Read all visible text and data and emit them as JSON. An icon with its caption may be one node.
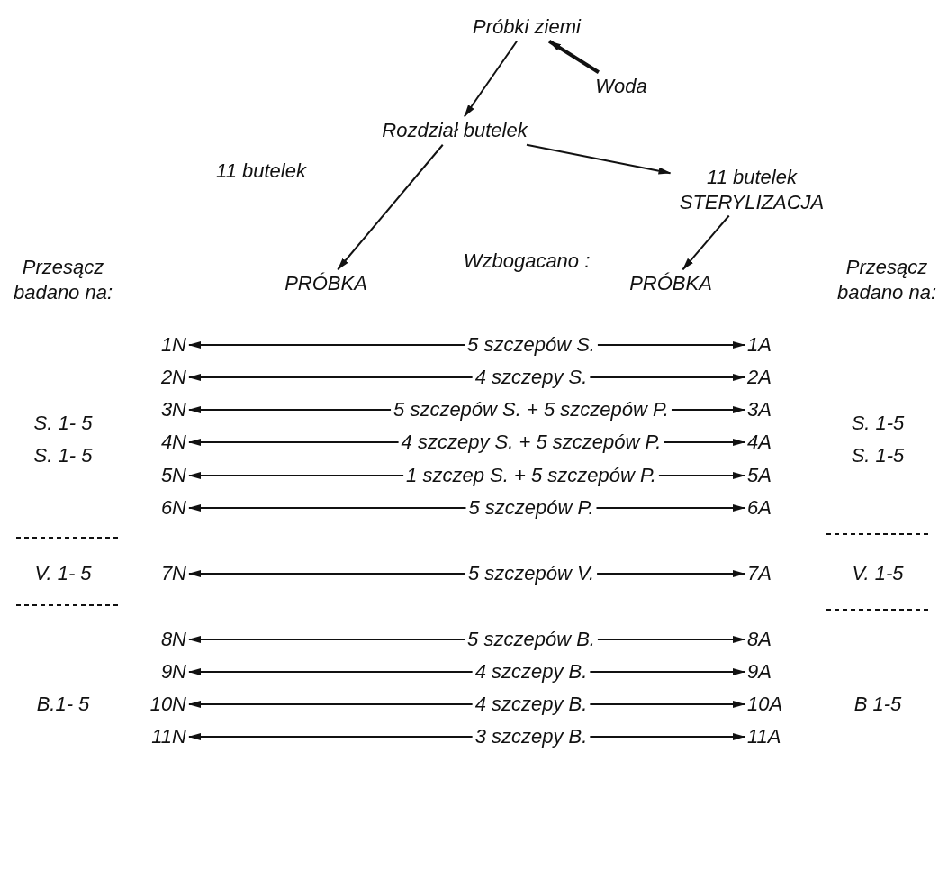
{
  "diagram": {
    "nodes": [
      {
        "text": [
          "Próbki ziemi"
        ]
      },
      {
        "text": [
          "Woda"
        ]
      },
      {
        "text": [
          "Rozdział butelek"
        ]
      },
      {
        "text": [
          "11 butelek STERYLIZACJA"
        ]
      },
      {
        "text": [
          "PRÓBKA"
        ]
      },
      {
        "text": [
          "PRÓBKA"
        ]
      },
      {
        "text": [
          "1N"
        ]
      },
      {
        "text": [
          "5 szczepów S."
        ]
      },
      {
        "text": [
          "1A"
        ]
      },
      {
        "text": [
          "2N"
        ]
      },
      {
        "text": [
          "4 szczepy S."
        ]
      },
      {
        "text": [
          "2A"
        ]
      },
      {
        "text": [
          "3N"
        ]
      },
      {
        "text": [
          "5 szczepów S. + 5 szczepów P."
        ]
      },
      {
        "text": [
          "3A"
        ]
      },
      {
        "text": [
          "4N"
        ]
      },
      {
        "text": [
          "4 szczepy S. + 5 szczepów P."
        ]
      },
      {
        "text": [
          "4A"
        ]
      },
      {
        "text": [
          "5N"
        ]
      },
      {
        "text": [
          "1 szczep S. + 5 szczepów P."
        ]
      },
      {
        "text": [
          "5A"
        ]
      },
      {
        "text": [
          "6N"
        ]
      },
      {
        "text": [
          "5 szczepów P."
        ]
      },
      {
        "text": [
          "6A"
        ]
      },
      {
        "text": [
          "7N"
        ]
      },
      {
        "text": [
          "5 szczepów V."
        ]
      },
      {
        "text": [
          "7A"
        ]
      },
      {
        "text": [
          "8N"
        ]
      },
      {
        "text": [
          "5 szczepów B."
        ]
      },
      {
        "text": [
          "8A"
        ]
      },
      {
        "text": [
          "9N"
        ]
      },
      {
        "text": [
          "4 szczepy B."
        ]
      },
      {
        "text": [
          "9A"
        ]
      },
      {
        "text": [
          "10N"
        ]
      },
      {
        "text": [
          "4 szczepy B."
        ]
      },
      {
        "text": [
          "10A"
        ]
      },
      {
        "text": [
          "11N"
        ]
      },
      {
        "text": [
          "3 szczepy B."
        ]
      },
      {
        "text": [
          "11A"
        ]
      }
    ],
    "edges": [
      {
        "from": 0,
        "to": 2,
        "arrow": "to"
      },
      {
        "from": 1,
        "to": 0,
        "arrow": "to",
        "style": "thick"
      },
      {
        "from": 2,
        "to": 4,
        "arrow": "to"
      },
      {
        "from": 2,
        "to": 3,
        "arrow": "to"
      },
      {
        "from": 3,
        "to": 5,
        "arrow": "to"
      },
      {
        "from": 7,
        "to": 6,
        "arrow": "to"
      },
      {
        "from": 7,
        "to": 8,
        "arrow": "to"
      },
      {
        "from": 10,
        "to": 9,
        "arrow": "to"
      },
      {
        "from": 10,
        "to": 11,
        "arrow": "to"
      },
      {
        "from": 13,
        "to": 12,
        "arrow": "to"
      },
      {
        "from": 13,
        "to": 14,
        "arrow": "to"
      },
      {
        "from": 16,
        "to": 15,
        "arrow": "to"
      },
      {
        "from": 16,
        "to": 17,
        "arrow": "to"
      },
      {
        "from": 19,
        "to": 18,
        "arrow": "to"
      },
      {
        "from": 19,
        "to": 20,
        "arrow": "to"
      },
      {
        "from": 22,
        "to": 21,
        "arrow": "to"
      },
      {
        "from": 22,
        "to": 23,
        "arrow": "to"
      },
      {
        "from": 25,
        "to": 24,
        "arrow": "to"
      },
      {
        "from": 25,
        "to": 26,
        "arrow": "to"
      },
      {
        "from": 28,
        "to": 27,
        "arrow": "to"
      },
      {
        "from": 28,
        "to": 29,
        "arrow": "to"
      },
      {
        "from": 31,
        "to": 30,
        "arrow": "to"
      },
      {
        "from": 31,
        "to": 32,
        "arrow": "to"
      },
      {
        "from": 34,
        "to": 33,
        "arrow": "to"
      },
      {
        "from": 34,
        "to": 35,
        "arrow": "to"
      },
      {
        "from": 37,
        "to": 36,
        "arrow": "to"
      },
      {
        "from": 37,
        "to": 38,
        "arrow": "to"
      }
    ],
    "labels": [
      "11 butelek",
      "Wzbogacano :",
      "Przesącz badano na:",
      "Przesącz badano na:",
      "S. 1- 5",
      "S. 1- 5",
      "V. 1- 5",
      "B.1- 5",
      "S. 1-5",
      "S. 1-5",
      "V. 1-5",
      "B 1-5"
    ]
  }
}
